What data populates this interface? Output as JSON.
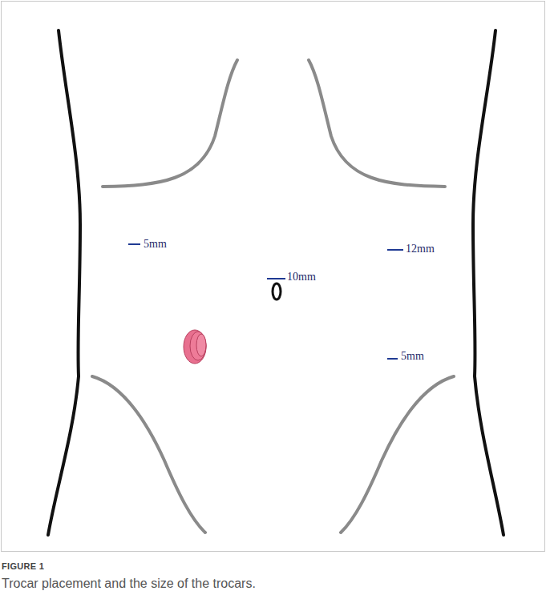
{
  "diagram": {
    "caption": "Trocar placement and the size of the trocars.",
    "labels": [
      "5mm",
      "10mm",
      "12mm",
      "5mm",
      "FIGURE 1"
    ]
  }
}
